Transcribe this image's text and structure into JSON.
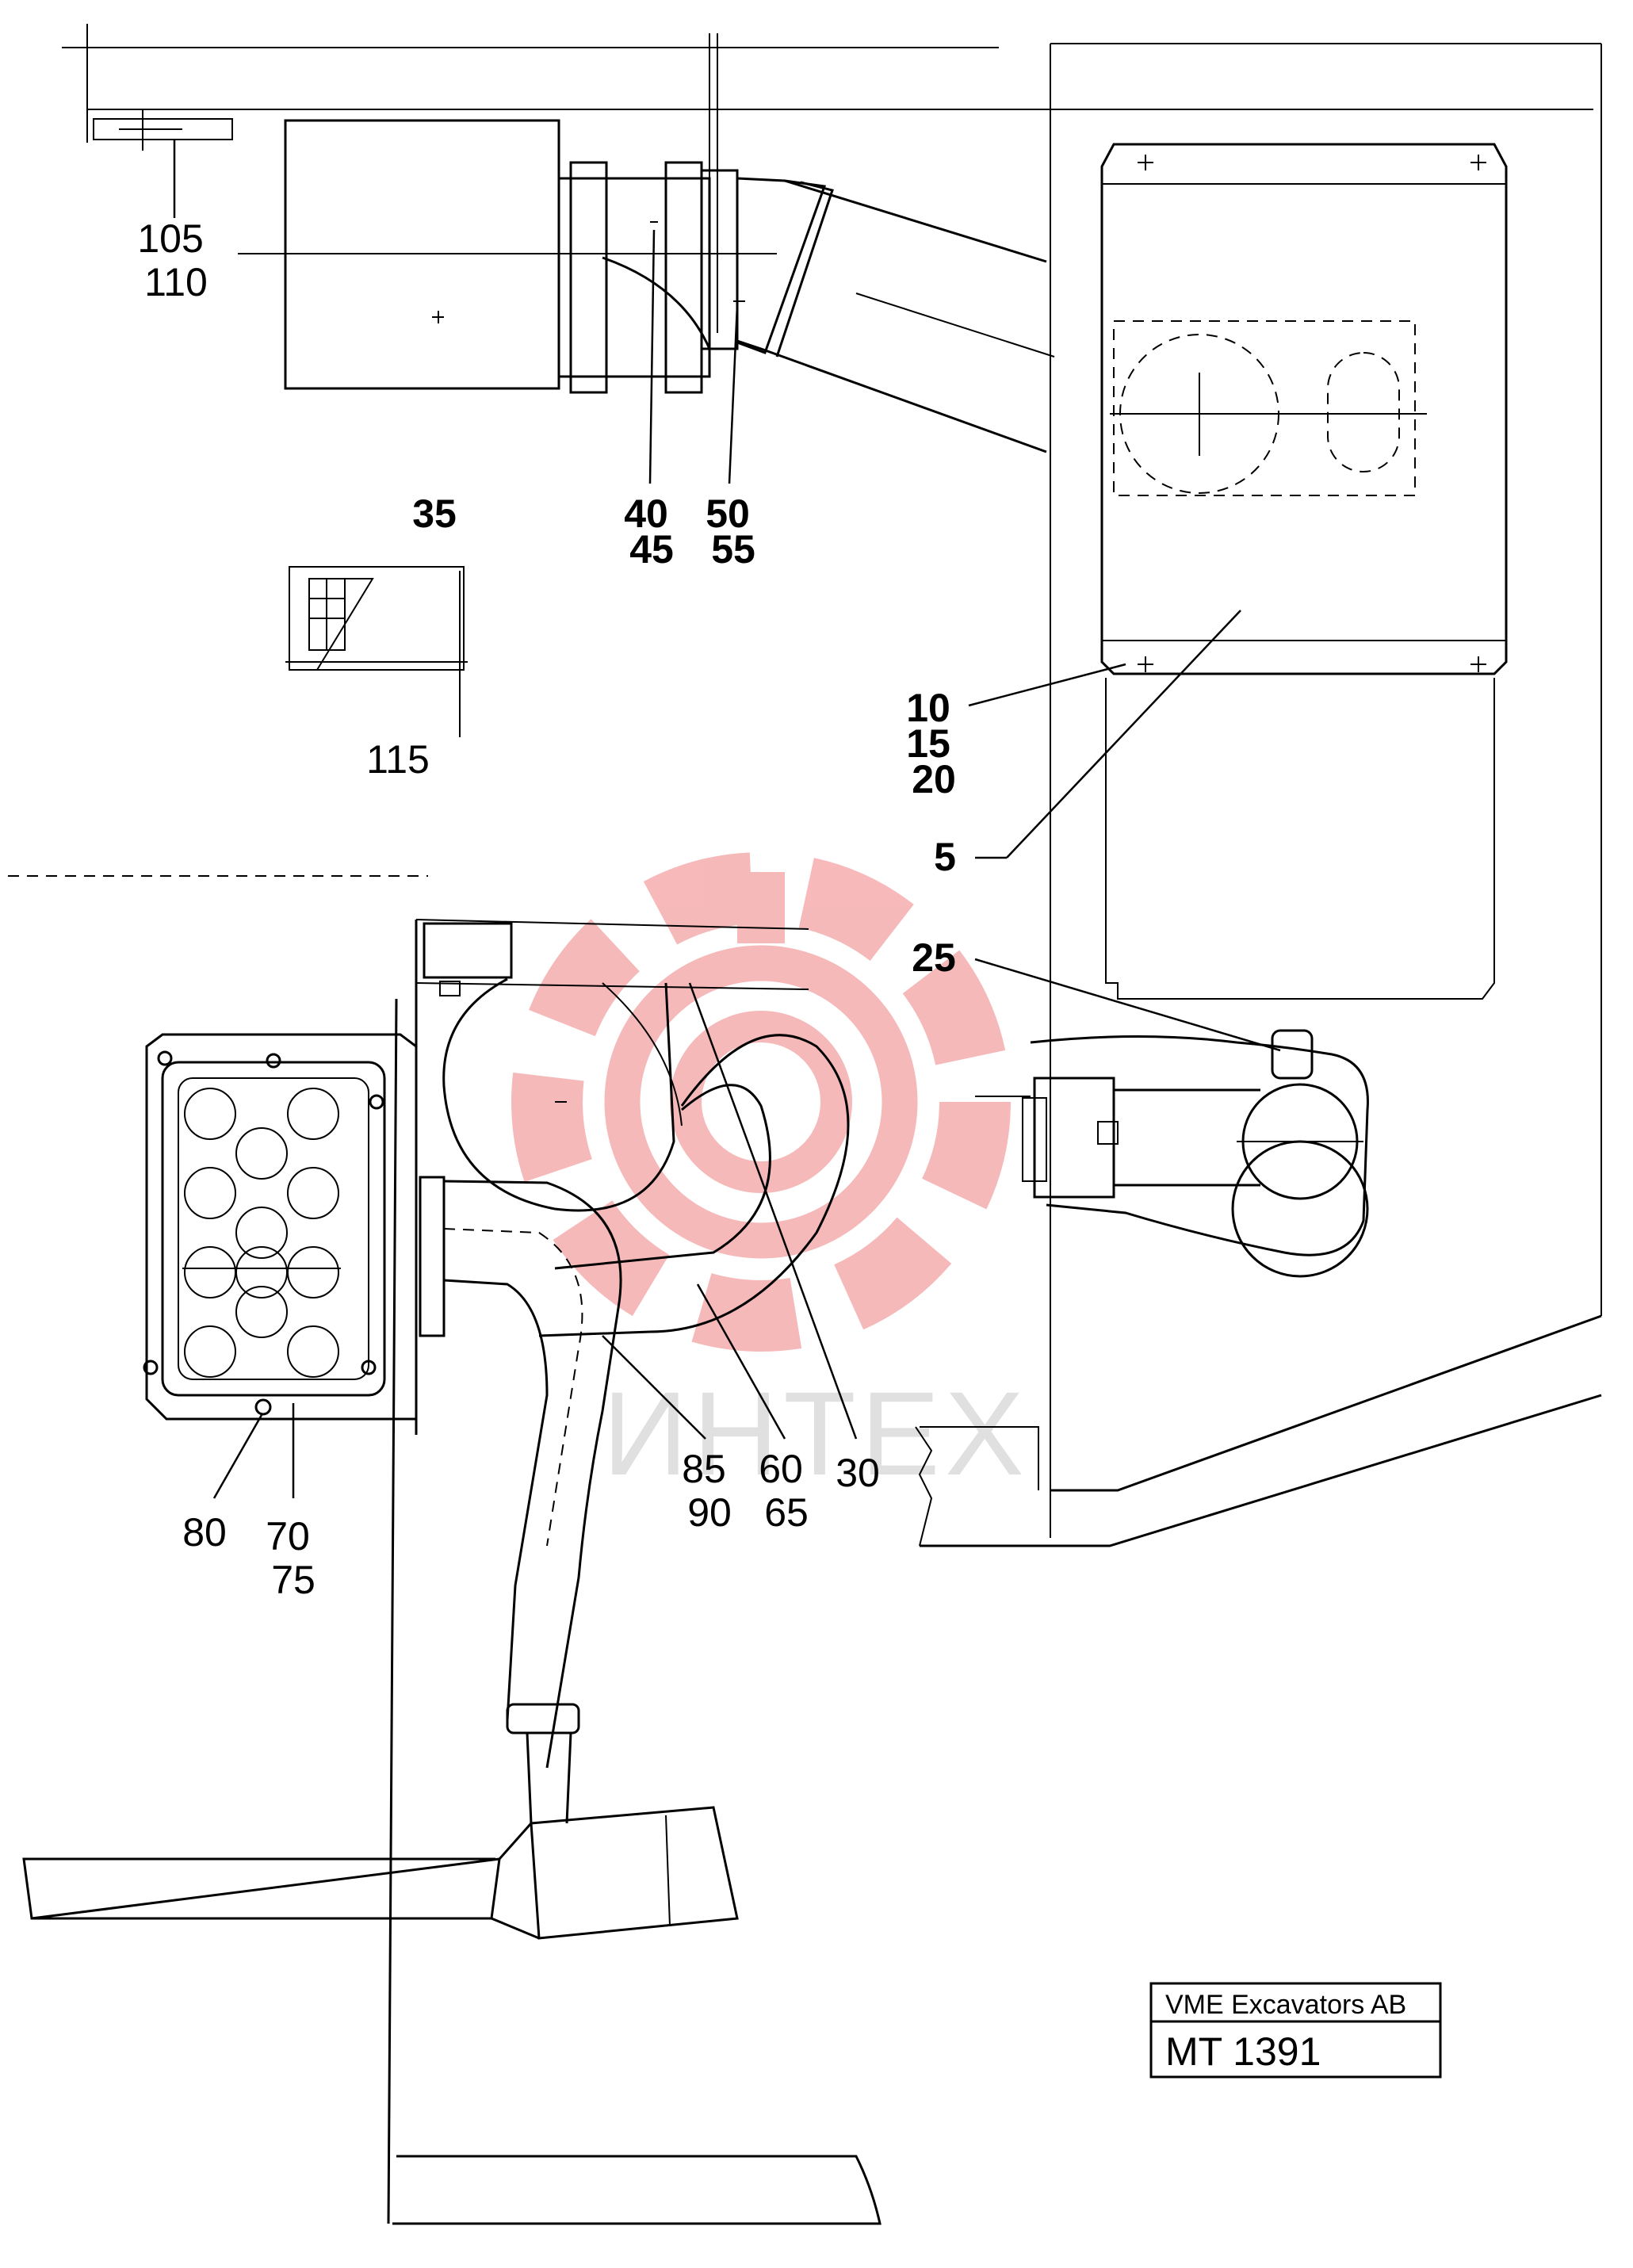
{
  "callouts": [
    {
      "id": "c105",
      "lines": [
        "105",
        "110"
      ],
      "bold": false
    },
    {
      "id": "c35",
      "lines": [
        "35"
      ],
      "bold": true
    },
    {
      "id": "c40",
      "lines": [
        "40",
        "45"
      ],
      "bold": true
    },
    {
      "id": "c50",
      "lines": [
        "50",
        "55"
      ],
      "bold": true
    },
    {
      "id": "c115",
      "lines": [
        "115"
      ],
      "bold": false
    },
    {
      "id": "c10",
      "lines": [
        "10",
        "15",
        "20"
      ],
      "bold": true
    },
    {
      "id": "c5",
      "lines": [
        "5"
      ],
      "bold": true
    },
    {
      "id": "c25",
      "lines": [
        "25"
      ],
      "bold": true
    },
    {
      "id": "c85",
      "lines": [
        "85",
        "90"
      ],
      "bold": false
    },
    {
      "id": "c60",
      "lines": [
        "60",
        "65"
      ],
      "bold": false
    },
    {
      "id": "c30",
      "lines": [
        "30"
      ],
      "bold": false
    },
    {
      "id": "c80",
      "lines": [
        "80"
      ],
      "bold": false
    },
    {
      "id": "c70",
      "lines": [
        "70",
        "75"
      ],
      "bold": false
    }
  ],
  "watermark": {
    "text": "ИНТЕХ",
    "color": "#f08080"
  },
  "title_block": {
    "company": "VME Excavators AB",
    "drawing_number": "MT 1391"
  }
}
